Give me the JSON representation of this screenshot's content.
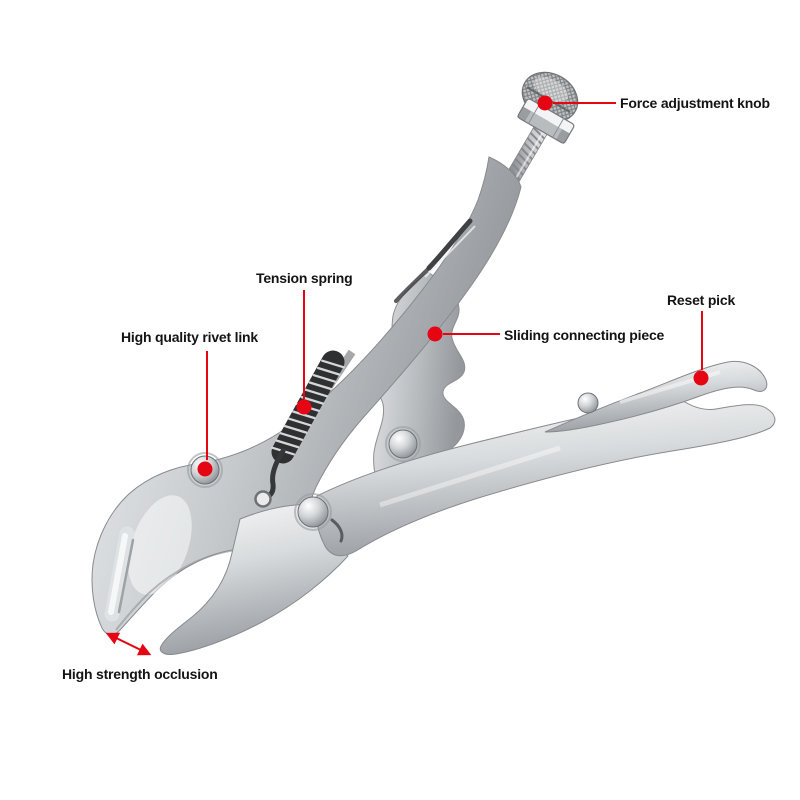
{
  "subject": "Locking pliers product photo with labeled parts",
  "background_color": "#ffffff",
  "annotation_color": "#e60613",
  "text_color": "#141414",
  "callouts": [
    {
      "label": "Force adjustment knob"
    },
    {
      "label": "Tension spring"
    },
    {
      "label": "High quality rivet link"
    },
    {
      "label": "Sliding connecting piece"
    },
    {
      "label": "Reset pick"
    },
    {
      "label": "High strength occlusion"
    }
  ]
}
